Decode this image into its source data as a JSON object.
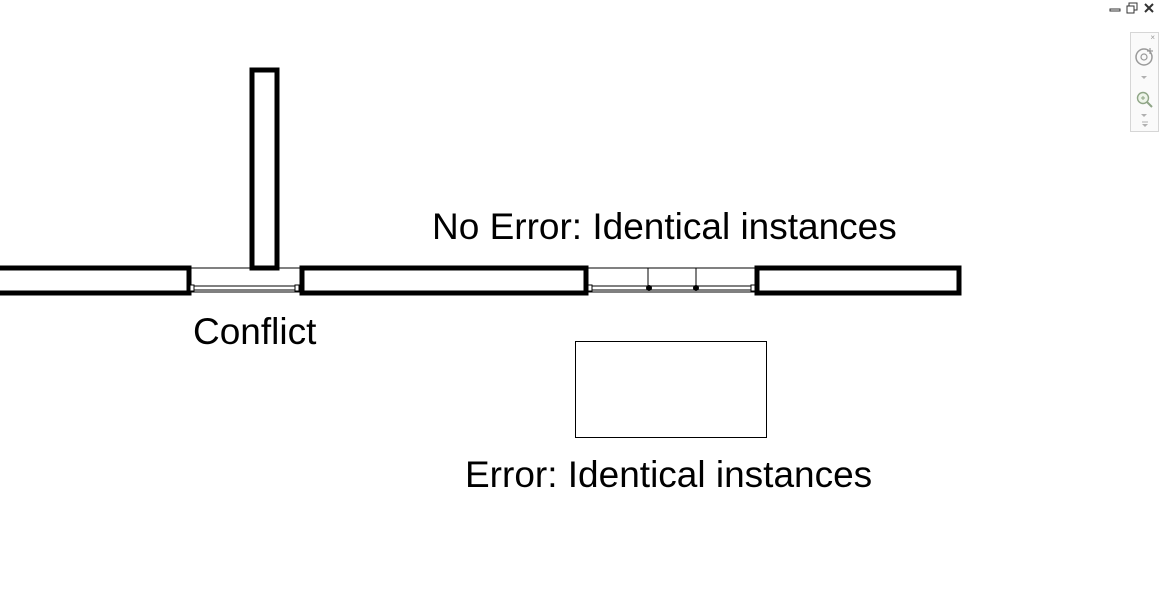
{
  "labels": {
    "conflict": "Conflict",
    "no_error": "No Error: Identical instances",
    "error": "Error: Identical instances"
  },
  "window_controls": {
    "minimize_icon": "minimize-icon",
    "restore_icon": "restore-icon",
    "close_icon": "close-icon"
  },
  "navigation_bar": {
    "close_icon": "close-icon",
    "steering_wheel_icon": "steering-wheel-icon",
    "zoom_icon": "zoom-icon",
    "customize_icon": "customize-icon"
  },
  "colors": {
    "linework": "#000000",
    "background": "#ffffff",
    "ui_gray": "#a0a0a0"
  }
}
